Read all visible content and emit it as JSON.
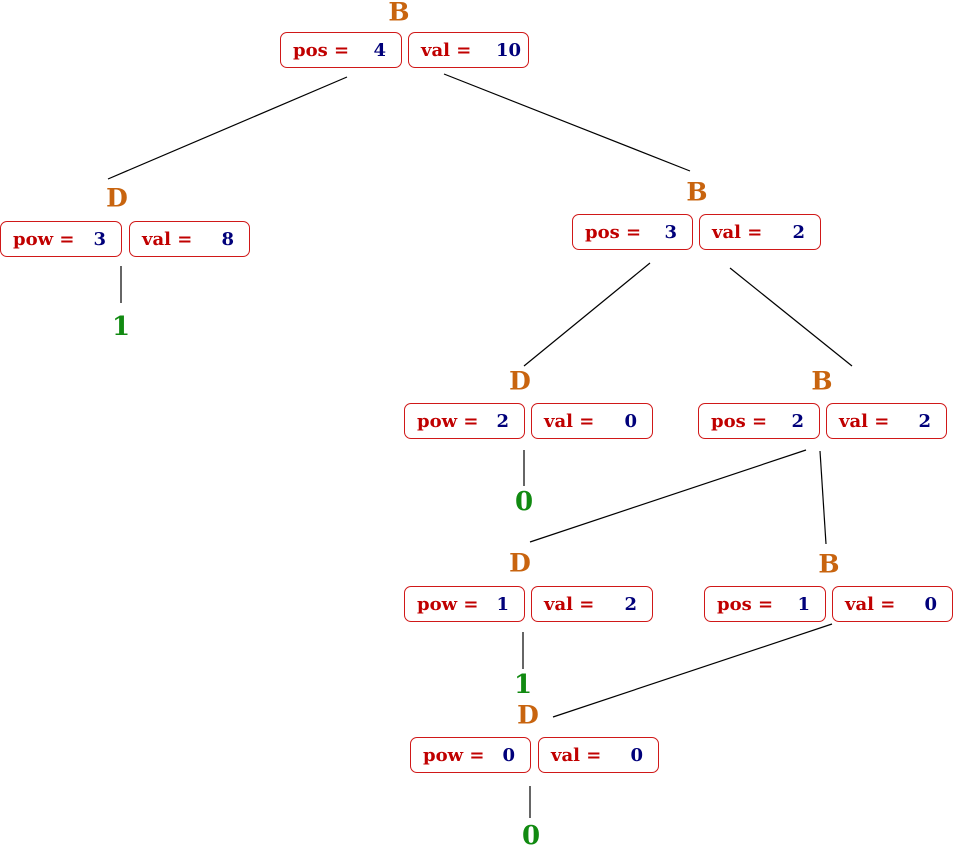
{
  "tree": {
    "nodes": [
      {
        "id": "n1",
        "label": "B",
        "fields": [
          {
            "key": "pos =",
            "value": "4"
          },
          {
            "key": "val =",
            "value": "10"
          }
        ]
      },
      {
        "id": "n2",
        "label": "D",
        "fields": [
          {
            "key": "pow =",
            "value": "3"
          },
          {
            "key": "val =",
            "value": "8"
          }
        ]
      },
      {
        "id": "n3",
        "label": "B",
        "fields": [
          {
            "key": "pos =",
            "value": "3"
          },
          {
            "key": "val =",
            "value": "2"
          }
        ]
      },
      {
        "id": "n4",
        "label": "D",
        "fields": [
          {
            "key": "pow =",
            "value": "2"
          },
          {
            "key": "val =",
            "value": "0"
          }
        ]
      },
      {
        "id": "n5",
        "label": "B",
        "fields": [
          {
            "key": "pos =",
            "value": "2"
          },
          {
            "key": "val =",
            "value": "2"
          }
        ]
      },
      {
        "id": "n6",
        "label": "D",
        "fields": [
          {
            "key": "pow =",
            "value": "1"
          },
          {
            "key": "val =",
            "value": "2"
          }
        ]
      },
      {
        "id": "n7",
        "label": "B",
        "fields": [
          {
            "key": "pos =",
            "value": "1"
          },
          {
            "key": "val =",
            "value": "0"
          }
        ]
      },
      {
        "id": "n8",
        "label": "D",
        "fields": [
          {
            "key": "pow =",
            "value": "0"
          },
          {
            "key": "val =",
            "value": "0"
          }
        ]
      }
    ],
    "leaves": [
      {
        "id": "l1",
        "label": "1"
      },
      {
        "id": "l2",
        "label": "0"
      },
      {
        "id": "l3",
        "label": "1"
      },
      {
        "id": "l4",
        "label": "0"
      }
    ],
    "edges": [
      {
        "from": "n1",
        "to": "n2"
      },
      {
        "from": "n1",
        "to": "n3"
      },
      {
        "from": "n2",
        "to": "l1"
      },
      {
        "from": "n3",
        "to": "n4"
      },
      {
        "from": "n3",
        "to": "n5"
      },
      {
        "from": "n4",
        "to": "l2"
      },
      {
        "from": "n5",
        "to": "n6"
      },
      {
        "from": "n5",
        "to": "n7"
      },
      {
        "from": "n6",
        "to": "l3"
      },
      {
        "from": "n7",
        "to": "n8"
      },
      {
        "from": "n8",
        "to": "l4"
      }
    ]
  }
}
